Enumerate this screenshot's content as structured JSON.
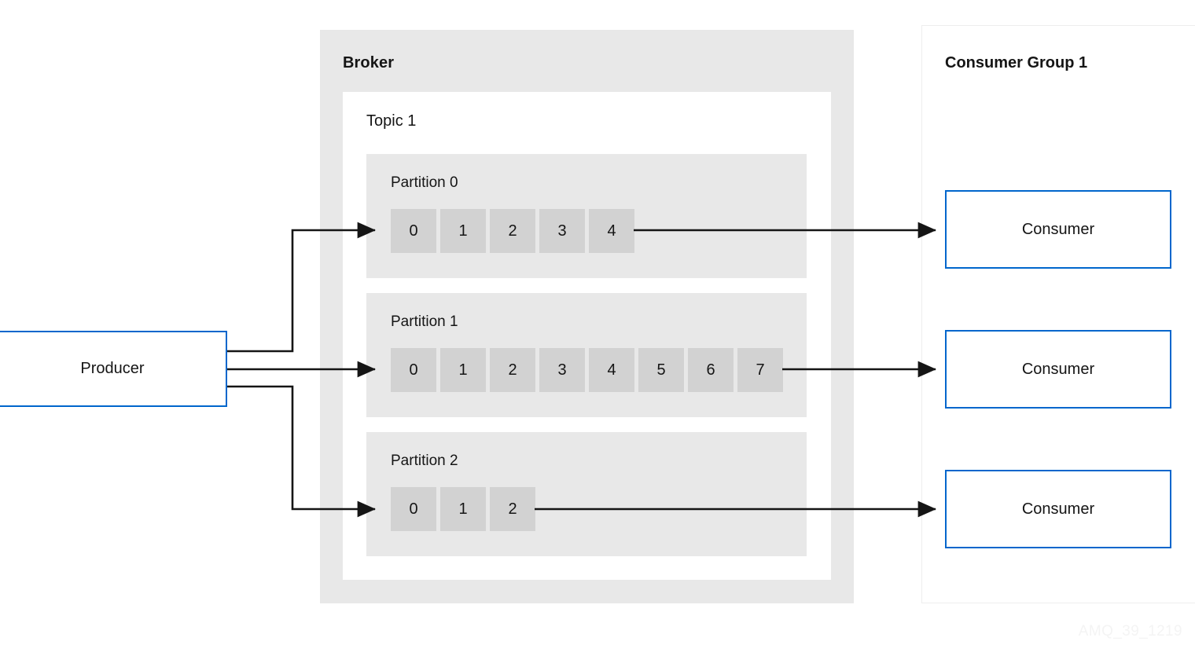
{
  "diagram": {
    "watermark": "AMQ_39_1219",
    "colors": {
      "accent_blue": "#0066cc",
      "broker_bg": "#e8e8e8",
      "topic_bg": "#ffffff",
      "partition_bg": "#e8e8e8",
      "cell_bg": "#d2d2d2",
      "line": "#151515",
      "watermark": "#f4f4f4"
    }
  },
  "producer": {
    "label": "Producer"
  },
  "broker": {
    "title": "Broker",
    "topic": {
      "title": "Topic 1",
      "partitions": [
        {
          "title": "Partition 0",
          "offsets": [
            "0",
            "1",
            "2",
            "3",
            "4"
          ]
        },
        {
          "title": "Partition 1",
          "offsets": [
            "0",
            "1",
            "2",
            "3",
            "4",
            "5",
            "6",
            "7"
          ]
        },
        {
          "title": "Partition 2",
          "offsets": [
            "0",
            "1",
            "2"
          ]
        }
      ]
    }
  },
  "consumer_group": {
    "title": "Consumer Group 1",
    "consumers": [
      {
        "label": "Consumer"
      },
      {
        "label": "Consumer"
      },
      {
        "label": "Consumer"
      }
    ]
  }
}
